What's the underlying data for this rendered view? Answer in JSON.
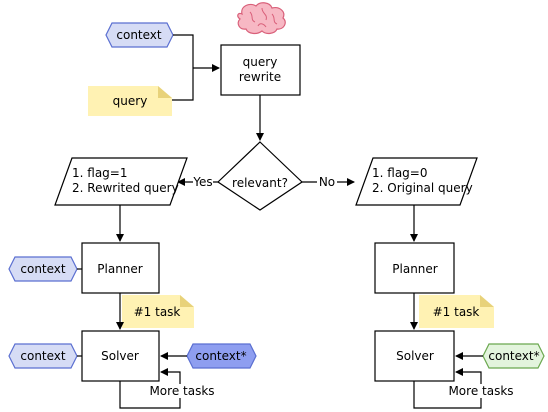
{
  "nodes": {
    "query_rewrite": [
      "query",
      "rewrite"
    ],
    "context_top": "context",
    "query_note": "query",
    "relevant": "relevant?",
    "left_io": [
      "1. flag=1",
      "2. Rewrited query"
    ],
    "right_io": [
      "1. flag=0",
      "2. Original query"
    ],
    "left_planner": "Planner",
    "right_planner": "Planner",
    "left_context_planner": "context",
    "left_task_note": "#1 task",
    "right_task_note": "#1 task",
    "left_solver": "Solver",
    "right_solver": "Solver",
    "left_context_solver": "context",
    "left_context_star": "context*",
    "right_context_star": "context*"
  },
  "edges": {
    "yes": "Yes",
    "no": "No",
    "left_more_tasks": "More tasks",
    "right_more_tasks": "More tasks"
  },
  "colors": {
    "context_fill": "#d6dcf5",
    "context_stroke": "#5b6fd1",
    "context_star_fill": "#8e9ef0",
    "context_star_green_fill": "#e3f4dd",
    "context_star_green_stroke": "#6aa84f",
    "note_fill": "#fff2b3",
    "note_fold": "#e8d27a",
    "brain_fill": "#f7b8c4",
    "brain_stroke": "#d9607a"
  },
  "icons": {
    "brain": "brain-icon"
  }
}
